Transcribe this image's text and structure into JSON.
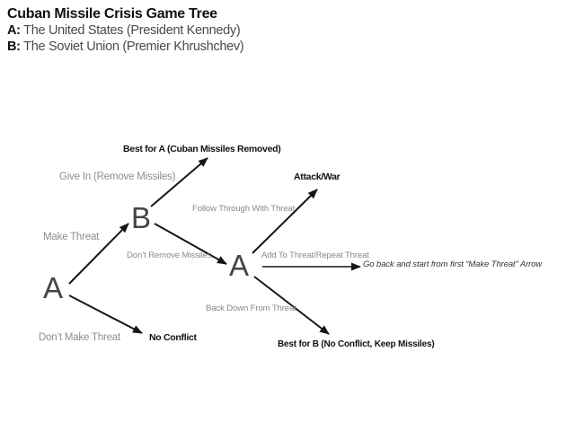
{
  "header": {
    "title": "Cuban Missile Crisis Game Tree",
    "line_a": {
      "prefix": "A:",
      "text": " The United States (President Kennedy)"
    },
    "line_b": {
      "prefix": "B:",
      "text": " The Soviet Union (Premier Khrushchev)"
    }
  },
  "diagram": {
    "nodes": {
      "root": "A",
      "b": "B",
      "a2": "A"
    },
    "edge_labels": {
      "make_threat": "Make Threat",
      "dont_make_threat": "Don’t Make Threat",
      "give_in": "Give In (Remove Missiles)",
      "dont_remove_missiles": "Don’t Remove Missiles",
      "follow_through": "Follow Through With Threat",
      "add_to_threat": "Add To Threat/Repeat Threat",
      "back_down": "Back Down From Threat"
    },
    "outcomes": {
      "best_for_a": "Best for A (Cuban Missiles Removed)",
      "attack_war": "Attack/War",
      "no_conflict": "No Conflict",
      "best_for_b": "Best for B (No Conflict, Keep Missiles)"
    },
    "note_go_back": "Go back and start from first “Make Threat” Arrow"
  },
  "colors": {
    "background": "#ffffff",
    "text_primary": "#111111",
    "text_secondary": "#4a4a4a",
    "edge_label_gray": "#8e8e8e",
    "node_letter": "#454545",
    "arrow": "#161616"
  }
}
